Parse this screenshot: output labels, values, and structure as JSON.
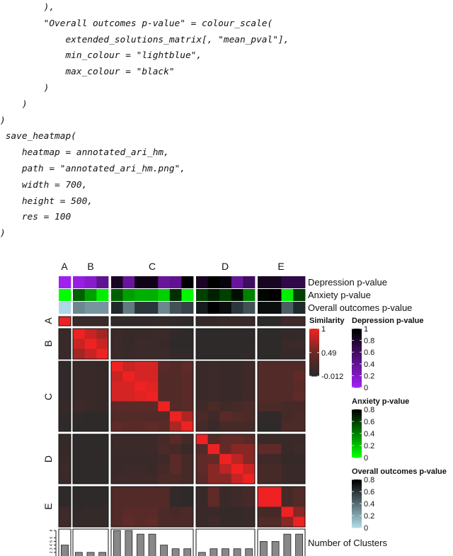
{
  "code_lines": [
    "        ),",
    "        \"Overall outcomes p-value\" = colour_scale(",
    "            extended_solutions_matrix[, \"mean_pval\"],",
    "            min_colour = \"lightblue\",",
    "            max_colour = \"black\"",
    "        )",
    "    )",
    ")",
    " save_heatmap(",
    "    heatmap = annotated_ari_hm,",
    "    path = \"annotated_ari_hm.png\",",
    "    width = 700,",
    "    height = 500,",
    "    res = 100",
    ")"
  ],
  "chart_data": {
    "type": "heatmap",
    "cluster_labels": [
      "A",
      "B",
      "C",
      "D",
      "E"
    ],
    "cluster_sizes": [
      1,
      3,
      7,
      5,
      4
    ],
    "similarity_matrix": [
      [
        1,
        0.1,
        0.1,
        0.1,
        0.05,
        0.05,
        0.05,
        0.05,
        0.08,
        0.05,
        0.02,
        0.08,
        0.08,
        0.1,
        0.12,
        0.1,
        0.02,
        0.02,
        0.15,
        0.15
      ],
      [
        0.1,
        1,
        0.85,
        0.7,
        0.12,
        0.08,
        0.1,
        0.1,
        0.12,
        0.05,
        0.03,
        0.02,
        0.02,
        0.02,
        0.03,
        0.03,
        0.02,
        0.02,
        0.05,
        0.06
      ],
      [
        0.1,
        0.85,
        1,
        0.85,
        0.12,
        0.08,
        0.12,
        0.12,
        0.1,
        0.03,
        0.02,
        0.02,
        0.02,
        0.02,
        0.03,
        0.03,
        0.02,
        0.02,
        0.1,
        0.1
      ],
      [
        0.1,
        0.7,
        0.85,
        1,
        0.12,
        0.1,
        0.12,
        0.12,
        0.12,
        0.05,
        0.05,
        0.02,
        0.02,
        0.02,
        0.03,
        0.05,
        0.02,
        0.02,
        0.08,
        0.08
      ],
      [
        0.05,
        0.1,
        0.1,
        0.08,
        1,
        0.85,
        0.9,
        0.9,
        0.35,
        0.3,
        0.4,
        0.1,
        0.12,
        0.1,
        0.1,
        0.15,
        0.3,
        0.3,
        0.3,
        0.3
      ],
      [
        0.05,
        0.1,
        0.1,
        0.08,
        0.85,
        1,
        0.9,
        0.9,
        0.3,
        0.3,
        0.35,
        0.1,
        0.12,
        0.1,
        0.1,
        0.15,
        0.3,
        0.3,
        0.3,
        0.4
      ],
      [
        0.05,
        0.1,
        0.1,
        0.08,
        0.9,
        0.9,
        1,
        0.95,
        0.3,
        0.3,
        0.35,
        0.1,
        0.12,
        0.1,
        0.1,
        0.15,
        0.3,
        0.3,
        0.3,
        0.35
      ],
      [
        0.05,
        0.1,
        0.1,
        0.08,
        0.9,
        0.9,
        0.95,
        1,
        0.3,
        0.3,
        0.35,
        0.1,
        0.12,
        0.1,
        0.1,
        0.15,
        0.3,
        0.3,
        0.3,
        0.4
      ],
      [
        0.08,
        0.15,
        0.1,
        0.08,
        0.35,
        0.35,
        0.35,
        0.35,
        1,
        0.3,
        0.35,
        0.15,
        0.25,
        0.15,
        0.2,
        0.25,
        0.25,
        0.25,
        0.2,
        0.2
      ],
      [
        0.05,
        0.05,
        0.03,
        0.03,
        0.3,
        0.3,
        0.3,
        0.3,
        0.3,
        1,
        0.75,
        0.25,
        0.15,
        0.35,
        0.3,
        0.25,
        0.05,
        0.05,
        0.2,
        0.25
      ],
      [
        0.02,
        0.03,
        0.02,
        0.03,
        0.4,
        0.35,
        0.35,
        0.4,
        0.35,
        0.75,
        1,
        0.2,
        0.1,
        0.2,
        0.2,
        0.2,
        0.03,
        0.03,
        0.25,
        0.25
      ],
      [
        0.08,
        0.02,
        0.02,
        0.02,
        0.12,
        0.12,
        0.12,
        0.12,
        0.2,
        0.35,
        0.2,
        1,
        0.3,
        0.4,
        0.4,
        0.35,
        0.1,
        0.1,
        0.1,
        0.1
      ],
      [
        0.08,
        0.02,
        0.02,
        0.02,
        0.12,
        0.12,
        0.12,
        0.12,
        0.25,
        0.2,
        0.1,
        0.3,
        1,
        0.45,
        0.6,
        0.6,
        0.4,
        0.4,
        0.1,
        0.15
      ],
      [
        0.1,
        0.02,
        0.02,
        0.02,
        0.1,
        0.1,
        0.1,
        0.1,
        0.15,
        0.35,
        0.2,
        0.4,
        0.45,
        1,
        0.8,
        0.6,
        0.15,
        0.15,
        0.08,
        0.08
      ],
      [
        0.12,
        0.02,
        0.02,
        0.02,
        0.1,
        0.12,
        0.12,
        0.1,
        0.2,
        0.35,
        0.2,
        0.4,
        0.6,
        0.8,
        1,
        0.85,
        0.2,
        0.2,
        0.1,
        0.1
      ],
      [
        0.1,
        0.02,
        0.02,
        0.02,
        0.15,
        0.15,
        0.15,
        0.15,
        0.25,
        0.25,
        0.2,
        0.35,
        0.6,
        0.6,
        0.85,
        1,
        0.2,
        0.2,
        0.1,
        0.1
      ],
      [
        0.02,
        0.02,
        0.02,
        0.02,
        0.3,
        0.3,
        0.3,
        0.3,
        0.3,
        0.05,
        0.03,
        0.1,
        0.4,
        0.1,
        0.15,
        0.2,
        1,
        1,
        0.2,
        0.3
      ],
      [
        0.02,
        0.02,
        0.02,
        0.02,
        0.3,
        0.3,
        0.3,
        0.3,
        0.3,
        0.05,
        0.03,
        0.1,
        0.4,
        0.1,
        0.15,
        0.2,
        1,
        1,
        0.2,
        0.3
      ],
      [
        0.15,
        0.05,
        0.08,
        0.06,
        0.3,
        0.35,
        0.35,
        0.35,
        0.25,
        0.2,
        0.25,
        0.1,
        0.1,
        0.08,
        0.08,
        0.1,
        0.2,
        0.2,
        1,
        0.6
      ],
      [
        0.15,
        0.06,
        0.06,
        0.06,
        0.3,
        0.4,
        0.35,
        0.4,
        0.25,
        0.25,
        0.25,
        0.1,
        0.15,
        0.08,
        0.08,
        0.1,
        0.3,
        0.3,
        0.6,
        1
      ]
    ],
    "annotations": [
      {
        "name": "Depression p-value",
        "min_colour": "#a020f0",
        "max_colour": "#000000",
        "range": [
          0,
          1
        ],
        "values": [
          0,
          0.05,
          0.15,
          0.4,
          0.85,
          0.35,
          0.9,
          0.9,
          0.35,
          0.4,
          1,
          0.85,
          1,
          0.95,
          0.35,
          0.6,
          0.85,
          0.85,
          0.7,
          0.7
        ]
      },
      {
        "name": "Anxiety p-value",
        "min_colour": "#00ff00",
        "max_colour": "#000000",
        "range": [
          0,
          0.8
        ],
        "values": [
          0,
          0.5,
          0.3,
          0.05,
          0.5,
          0.3,
          0.25,
          0.25,
          0.15,
          0.65,
          0.02,
          0.6,
          0.7,
          0.6,
          0.75,
          0.4,
          0.78,
          0.8,
          0.05,
          0.6
        ]
      },
      {
        "name": "Overall outcomes p-value",
        "min_colour": "#add8e6",
        "max_colour": "#000000",
        "range": [
          0,
          0.8
        ],
        "values": [
          0,
          0.3,
          0.25,
          0.25,
          0.65,
          0.35,
          0.6,
          0.6,
          0.3,
          0.5,
          0.55,
          0.7,
          0.8,
          0.75,
          0.6,
          0.5,
          0.75,
          0.75,
          0.45,
          0.65
        ]
      }
    ],
    "number_of_clusters": {
      "label": "Number of Clusters",
      "values": [
        4,
        2,
        2,
        2,
        8,
        8,
        7,
        7,
        4,
        3,
        3,
        2,
        3,
        3,
        3,
        3,
        5,
        5,
        7,
        7
      ],
      "ylim": [
        2,
        8
      ],
      "ticks": [
        "2",
        "3",
        "4",
        "5",
        "6",
        "8"
      ],
      "tick_values": [
        2,
        3,
        4,
        5,
        6,
        8
      ],
      "bar_colour": "#888888"
    },
    "legends": [
      {
        "title": "Similarity",
        "ticks": [
          "1",
          "0.49",
          "-0.012"
        ],
        "tick_values": [
          1,
          0.49,
          -0.012
        ],
        "colours": [
          "#ee2222",
          "#6b2a26",
          "#2a2a2a"
        ]
      },
      {
        "title": "Depression p-value",
        "ticks": [
          "1",
          "0.8",
          "0.6",
          "0.4",
          "0.2",
          "0"
        ],
        "tick_values": [
          1,
          0.8,
          0.6,
          0.4,
          0.2,
          0
        ]
      },
      {
        "title": "Anxiety p-value",
        "ticks": [
          "0.8",
          "0.6",
          "0.4",
          "0.2",
          "0"
        ],
        "tick_values": [
          0.8,
          0.6,
          0.4,
          0.2,
          0
        ]
      },
      {
        "title": "Overall outcomes p-value",
        "ticks": [
          "0.8",
          "0.6",
          "0.4",
          "0.2",
          "0"
        ],
        "tick_values": [
          0.8,
          0.6,
          0.4,
          0.2,
          0
        ]
      }
    ]
  }
}
